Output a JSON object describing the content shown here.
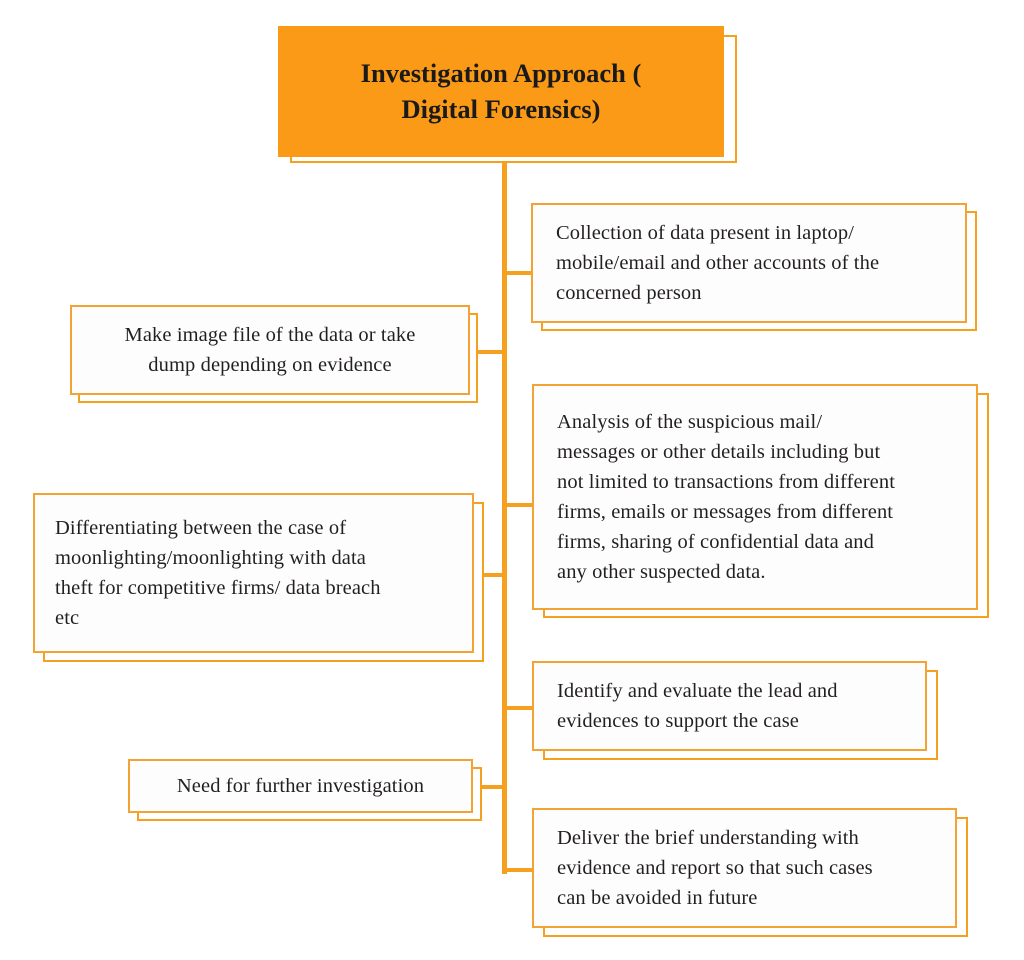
{
  "diagram": {
    "title": "Investigation Approach (Digital Forensics)",
    "type": "tree-mindmap",
    "colors": {
      "root_fill": "#FB9A16",
      "node_border": "#F3A234",
      "node_fill": "#FDFDFD",
      "connector": "#F5A01E",
      "text": "#231F20",
      "background": "#FFFFFF"
    },
    "root": {
      "label": "Investigation Approach (\nDigital Forensics)"
    },
    "branches": [
      {
        "id": "collection",
        "side": "right",
        "label": "Collection of data present in laptop/\nmobile/email and other accounts of the\nconcerned person"
      },
      {
        "id": "image-file",
        "side": "left",
        "label": "Make image file of the data or take\ndump depending on evidence"
      },
      {
        "id": "analysis",
        "side": "right",
        "label": "Analysis of the suspicious mail/\nmessages or other details including but\nnot limited to transactions from different\nfirms, emails or messages from different\nfirms, sharing of confidential data and\nany other suspected data."
      },
      {
        "id": "differentiating",
        "side": "left",
        "label": "Differentiating between the case of\nmoonlighting/moonlighting with data\ntheft for competitive firms/ data breach\netc"
      },
      {
        "id": "identify",
        "side": "right",
        "label": "Identify and evaluate the lead and\nevidences to support the case"
      },
      {
        "id": "further-investigation",
        "side": "left",
        "label": "Need for further investigation"
      },
      {
        "id": "deliver",
        "side": "right",
        "label": "Deliver the brief understanding with\nevidence and report so that such cases\ncan be avoided in future"
      }
    ]
  }
}
